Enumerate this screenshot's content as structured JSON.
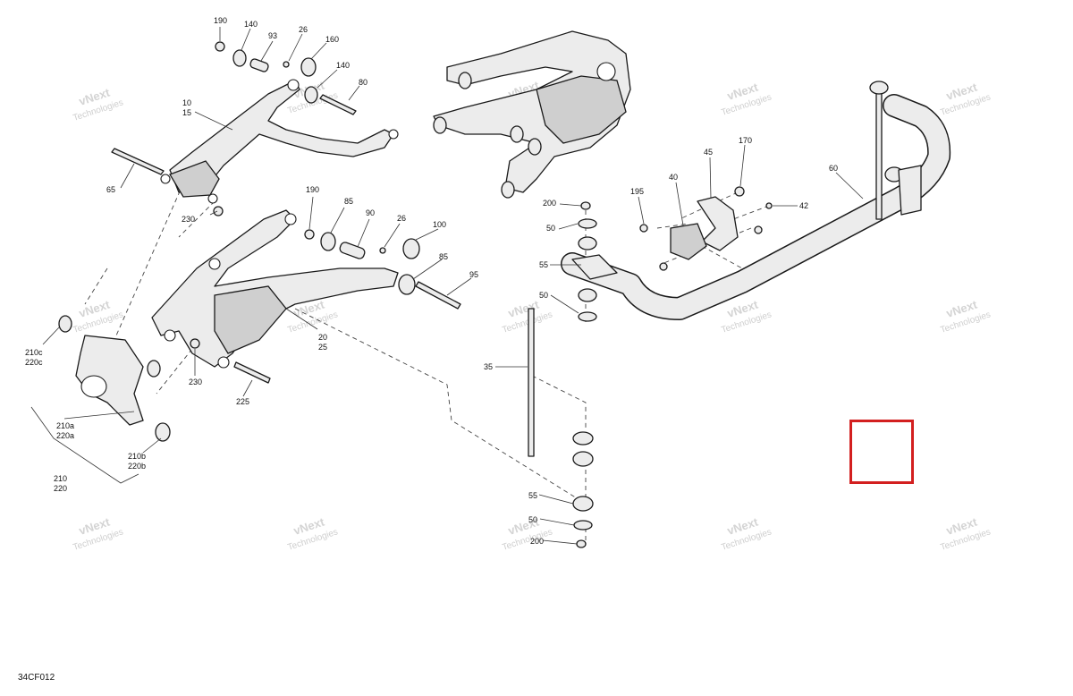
{
  "diagram_code": "34CF012",
  "watermark": {
    "line1": "vNext",
    "line2": "Technologies"
  },
  "highlight_color": "#d31f1f",
  "callouts": {
    "c190a": "190",
    "c140a": "140",
    "c93": "93",
    "c26a": "26",
    "c160": "160",
    "c140b": "140",
    "c80": "80",
    "c10": "10",
    "c15": "15",
    "c65": "65",
    "c230a": "230",
    "c190b": "190",
    "c85a": "85",
    "c90": "90",
    "c26b": "26",
    "c100": "100",
    "c85b": "85",
    "c95": "95",
    "c20": "20",
    "c25": "25",
    "c230b": "230",
    "c225": "225",
    "c210c": "210c",
    "c220c": "220c",
    "c210a": "210a",
    "c220a": "220a",
    "c210b": "210b",
    "c220b": "220b",
    "c210": "210",
    "c220": "220",
    "c200a": "200",
    "c50a": "50",
    "c55a": "55",
    "c50b": "50",
    "c35": "35",
    "c55b": "55",
    "c50c": "50",
    "c200b": "200",
    "c195": "195",
    "c40": "40",
    "c45": "45",
    "c170": "170",
    "c42": "42",
    "c60": "60"
  }
}
